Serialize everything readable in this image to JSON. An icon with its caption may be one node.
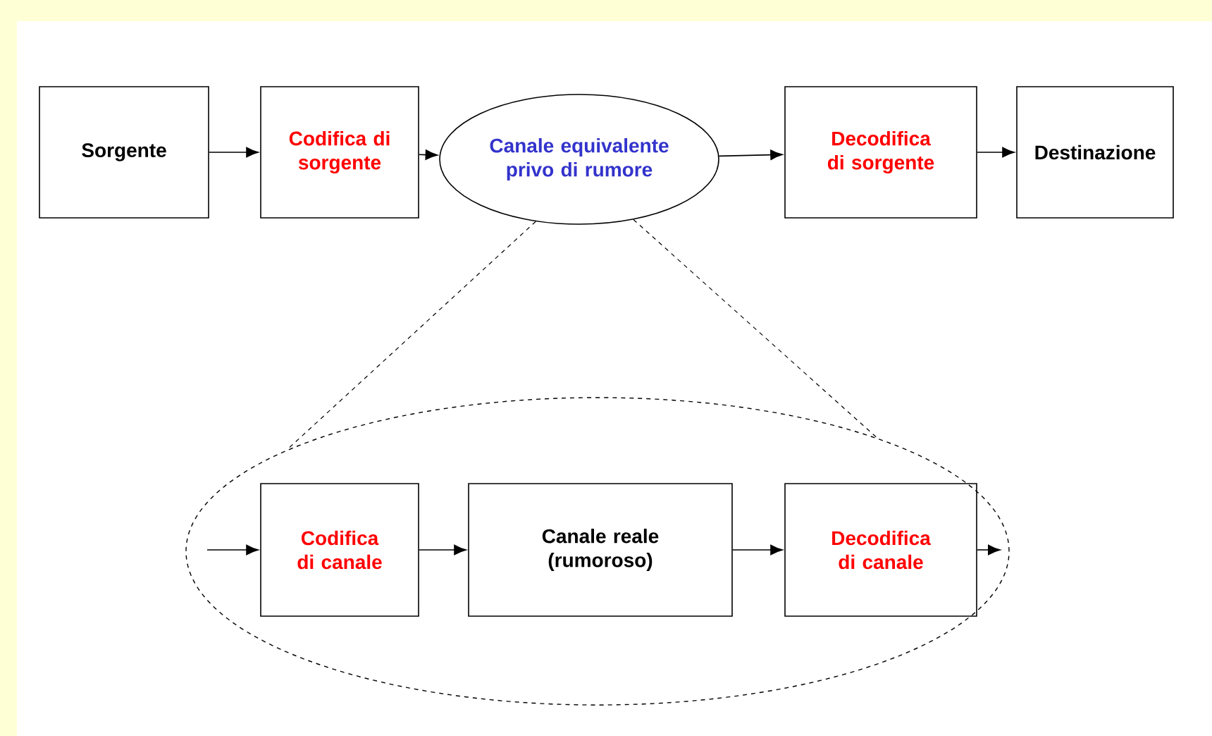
{
  "diagram": {
    "nodes": [
      {
        "text": [
          "Sorgente"
        ]
      },
      {
        "text": [
          "Codifica di sorgente"
        ]
      },
      {
        "text": [
          "Canale equivalente privo di rumore"
        ]
      },
      {
        "text": [
          "Decodifica di sorgente"
        ]
      },
      {
        "text": [
          "Destinazione"
        ]
      },
      {
        "text": [],
        "shape": "ellipse"
      },
      {
        "text": [
          "Codifica di canale"
        ],
        "in": 5
      },
      {
        "text": [
          "Canale reale (rumoroso)"
        ],
        "in": 5
      },
      {
        "text": [
          "Decodifica di canale"
        ],
        "in": 5
      }
    ],
    "edges": [
      {
        "from": 0,
        "to": 1,
        "arrow": "to"
      },
      {
        "from": 1,
        "to": 2,
        "arrow": "to"
      },
      {
        "from": 2,
        "to": 3,
        "arrow": "to"
      },
      {
        "from": 3,
        "to": 4,
        "arrow": "to"
      },
      {
        "from": 2,
        "to": 5,
        "arrow": "none",
        "style": "dashed"
      },
      {
        "from": 2,
        "to": 5,
        "arrow": "none",
        "style": "dashed"
      },
      {
        "from": null,
        "to": 6,
        "arrow": "to"
      },
      {
        "from": 6,
        "to": 7,
        "arrow": "to"
      },
      {
        "from": 7,
        "to": 8,
        "arrow": "to"
      },
      {
        "from": 8,
        "to": null,
        "arrow": "to"
      }
    ]
  }
}
